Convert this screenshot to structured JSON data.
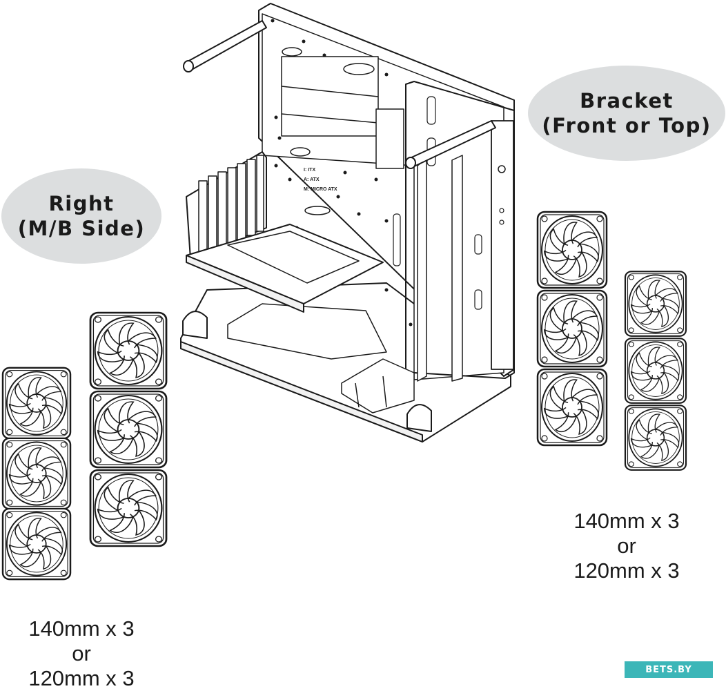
{
  "labels": {
    "right_line1": "Right",
    "right_line2": "(M/B Side)",
    "bracket_line1": "Bracket",
    "bracket_line2": "(Front or Top)"
  },
  "specs": {
    "left": {
      "line1": "140mm x 3",
      "line2": "or",
      "line3": "120mm x 3"
    },
    "right": {
      "line1": "140mm x 3",
      "line2": "or",
      "line3": "120mm x 3"
    }
  },
  "case_markings": {
    "itx": "I: ITX",
    "atx": "A: ATX",
    "matx": "M: MICRO ATX"
  },
  "watermark": "BETS.BY",
  "colors": {
    "bubble": "#dcdedf",
    "line": "#1a1a1a",
    "watermark_bg": "#3cb6b8"
  }
}
